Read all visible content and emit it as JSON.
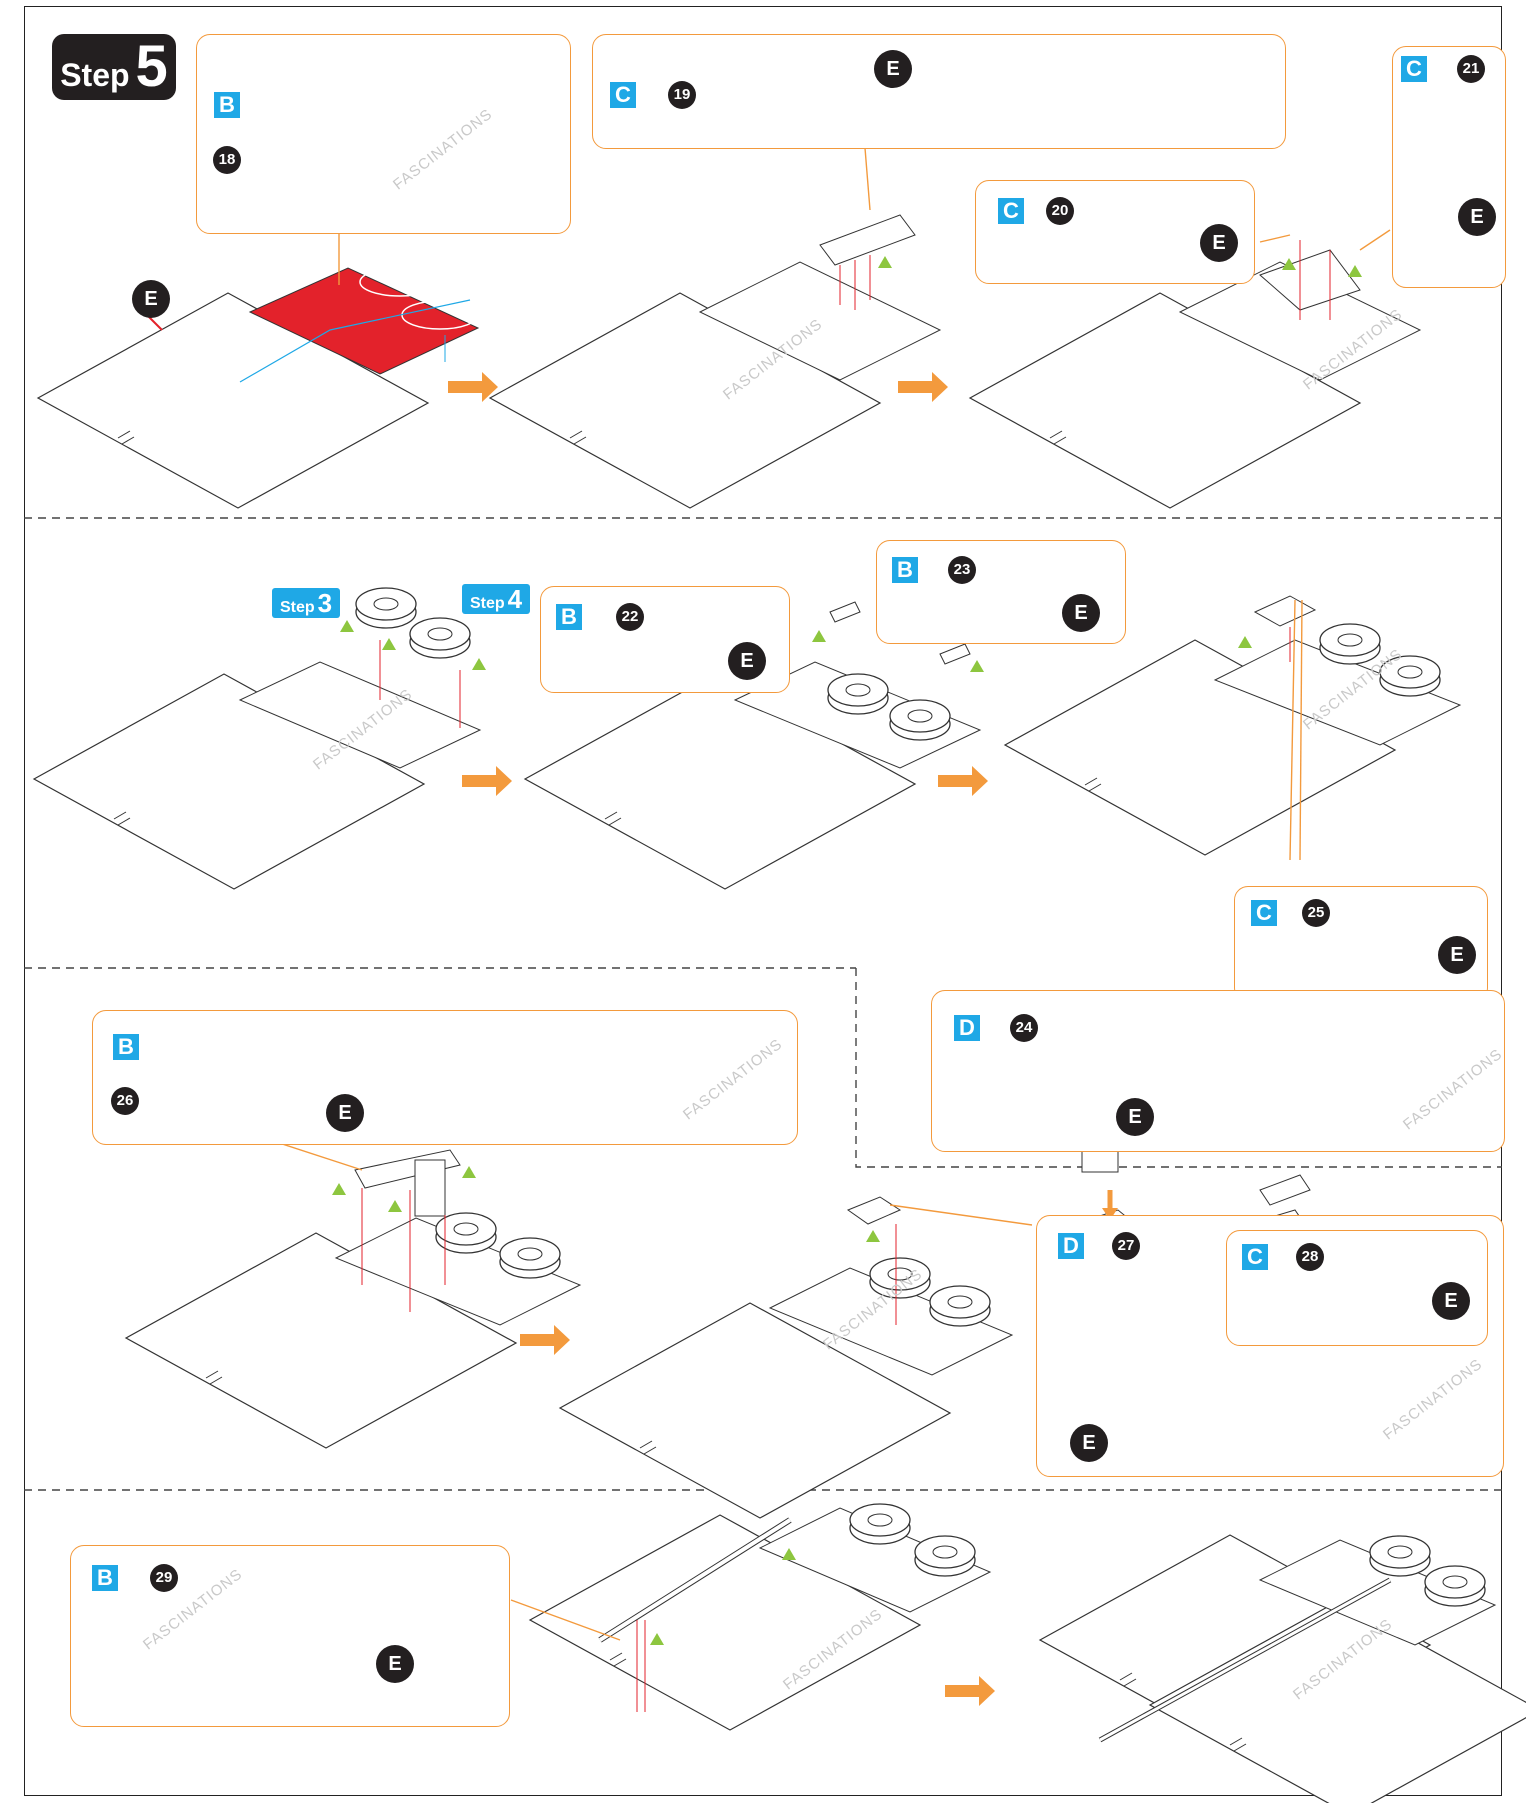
{
  "step": {
    "word": "Step",
    "number": "5"
  },
  "step_refs": [
    {
      "word": "Step",
      "number": "3"
    },
    {
      "word": "Step",
      "number": "4"
    }
  ],
  "sheet_letters": [
    "B",
    "C",
    "C",
    "C",
    "B",
    "B",
    "C",
    "D",
    "B",
    "D",
    "C",
    "B"
  ],
  "part_numbers": [
    "18",
    "19",
    "20",
    "21",
    "22",
    "23",
    "25",
    "24",
    "26",
    "27",
    "28",
    "29"
  ],
  "fold_label": "E",
  "watermark": "FASCINATIONS",
  "colors": {
    "orange": "#f39a3d",
    "blue": "#1fa8e6",
    "red": "#e3222b",
    "black": "#231f20",
    "green": "#8dc63f"
  }
}
